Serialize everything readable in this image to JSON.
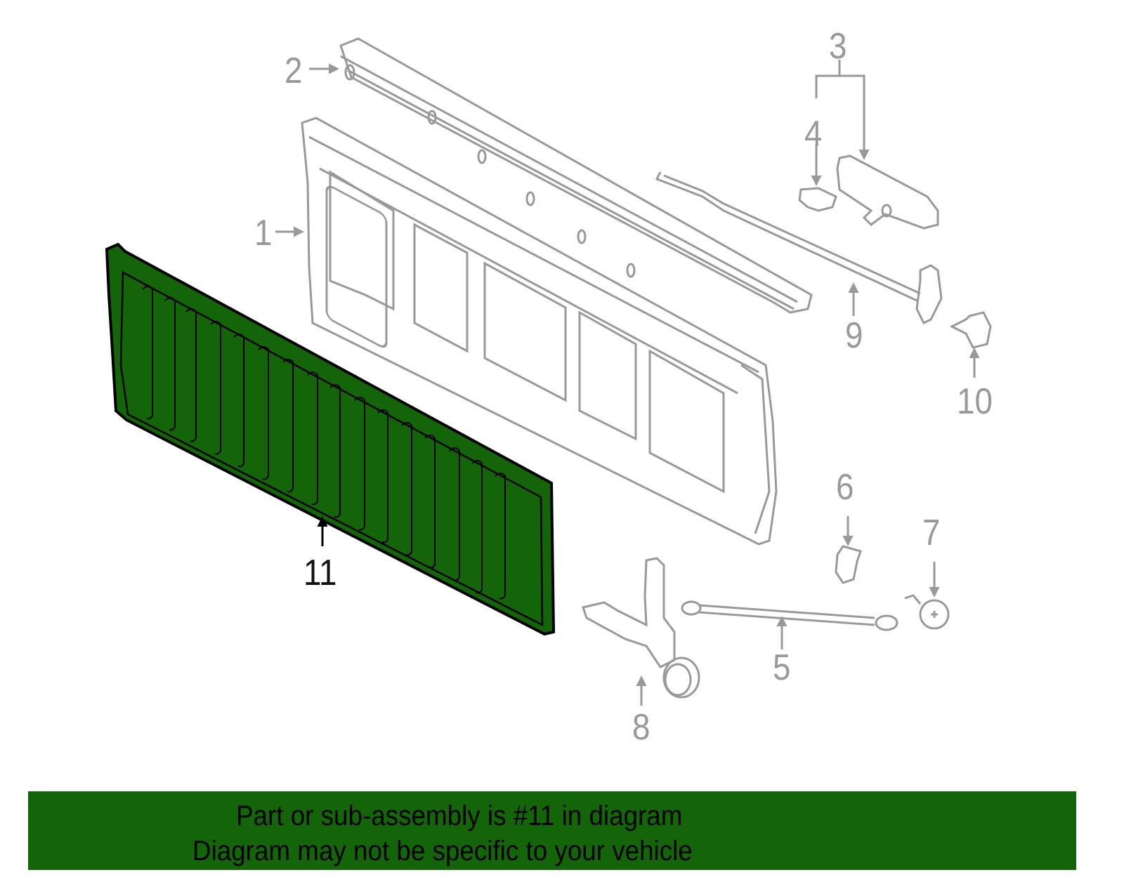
{
  "diagram": {
    "title": "Tailgate assembly parts diagram",
    "highlight_color": "#146409",
    "line_color_gray": "#999999",
    "line_color_active": "#000000",
    "highlighted_part": "11",
    "callouts": [
      {
        "id": "1",
        "label": "1",
        "part": "tailgate-shell"
      },
      {
        "id": "2",
        "label": "2",
        "part": "top-cap-rail"
      },
      {
        "id": "3",
        "label": "3",
        "part": "handle-assembly"
      },
      {
        "id": "4",
        "label": "4",
        "part": "handle-clip"
      },
      {
        "id": "5",
        "label": "5",
        "part": "support-cable"
      },
      {
        "id": "6",
        "label": "6",
        "part": "striker-bracket"
      },
      {
        "id": "7",
        "label": "7",
        "part": "pivot-bolt"
      },
      {
        "id": "8",
        "label": "8",
        "part": "hinge-bracket"
      },
      {
        "id": "9",
        "label": "9",
        "part": "latch-rod"
      },
      {
        "id": "10",
        "label": "10",
        "part": "latch-cover"
      },
      {
        "id": "11",
        "label": "11",
        "part": "inner-panel"
      }
    ]
  },
  "banner": {
    "line1": "Part or sub-assembly is #11 in diagram",
    "line2": "Diagram may not be specific to your vehicle",
    "background": "#146409"
  }
}
